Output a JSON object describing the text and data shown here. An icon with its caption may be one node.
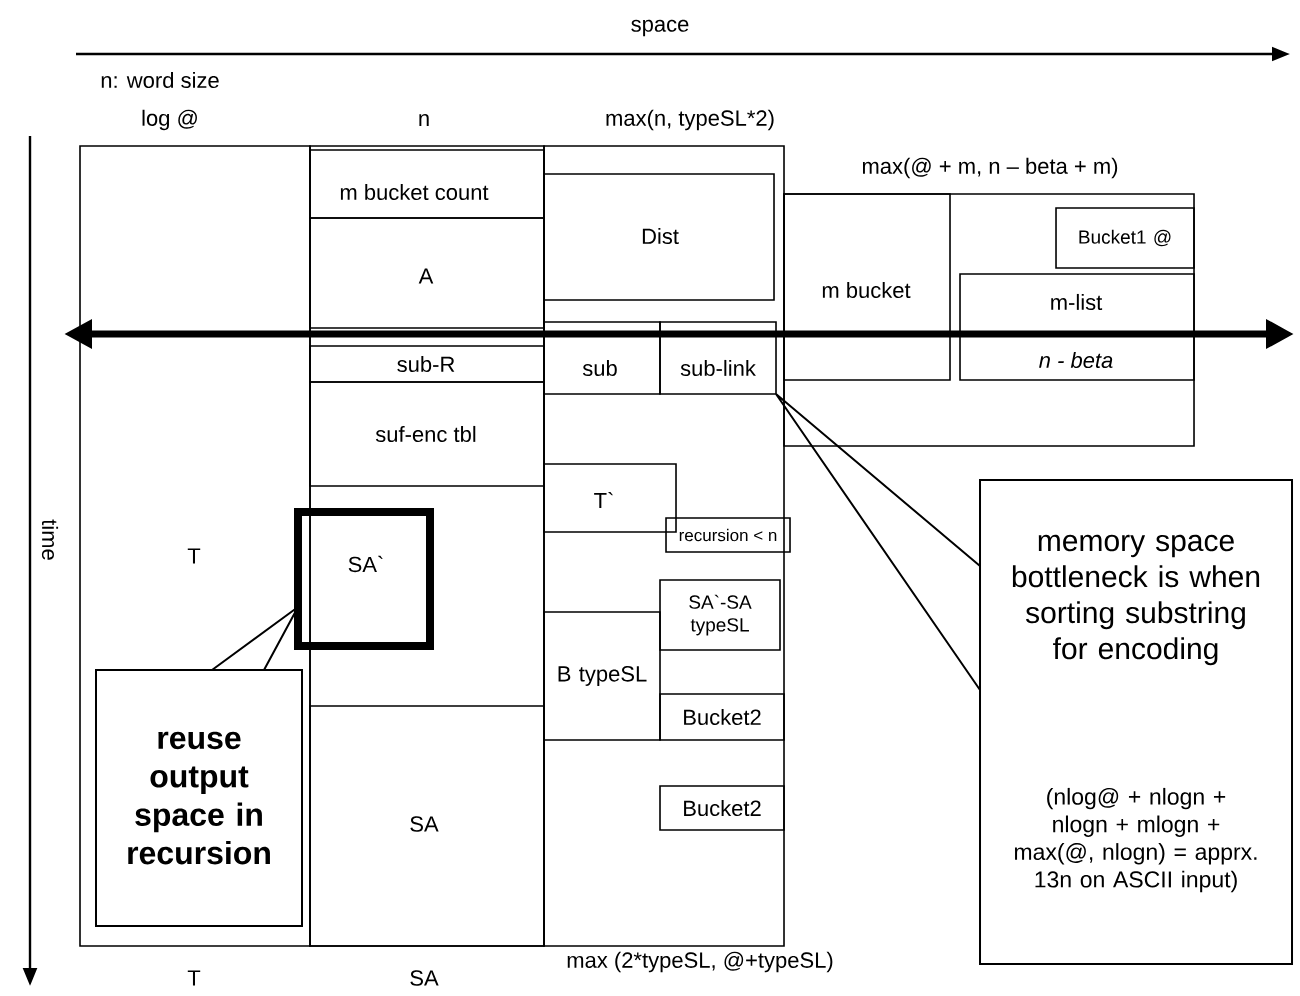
{
  "diagram": {
    "nodes": [
      {
        "text": [
          "log @",
          "T"
        ],
        "beside": [
          "T"
        ]
      },
      {
        "text": [
          "n"
        ],
        "beside": [
          "SA"
        ]
      },
      {
        "text": [
          "m bucket count"
        ],
        "in": 1
      },
      {
        "text": [
          "A"
        ],
        "in": 1
      },
      {
        "text": [
          "sub-R"
        ],
        "in": 1
      },
      {
        "text": [
          "suf-enc tbl"
        ],
        "in": 1
      },
      {
        "text": [
          "SA`"
        ]
      },
      {
        "text": [
          "SA"
        ],
        "in": 1
      },
      {
        "text": [
          "max(n, typeSL*2)"
        ],
        "beside": [
          "max (2*typeSL, @+typeSL)"
        ]
      },
      {
        "text": [
          "Dist"
        ],
        "in": 8
      },
      {
        "text": [
          "sub"
        ],
        "in": 8
      },
      {
        "text": [
          "sub-link"
        ],
        "in": 8
      },
      {
        "text": [
          "T`"
        ],
        "in": 8
      },
      {
        "text": [
          "recursion < n"
        ],
        "in": 8
      },
      {
        "text": [
          "B typeSL"
        ],
        "in": 8
      },
      {
        "text": [
          "SA`-SA typeSL"
        ],
        "in": 8
      },
      {
        "text": [
          "Bucket2"
        ],
        "in": 8
      },
      {
        "text": [
          "Bucket2"
        ],
        "in": 8
      },
      {
        "text": [
          "max(@ + m, n – beta + m)"
        ]
      },
      {
        "text": [
          "m bucket"
        ],
        "in": 18
      },
      {
        "text": [
          "Bucket1 @"
        ],
        "in": 18
      },
      {
        "text": [
          "m-list",
          "n - beta"
        ],
        "in": 18
      },
      {
        "text": [
          "reuse output space in recursion"
        ],
        "in": 0
      },
      {
        "text": [
          "memory space bottleneck is when sorting substring for encoding",
          "(nlog@ + nlogn + nlogn + mlogn + max(@, nlogn) = apprx. 13n on ASCII input)"
        ]
      }
    ],
    "edges": [
      {
        "from": 22,
        "to": 6,
        "arrow": "none"
      },
      {
        "from": 23,
        "to": 11,
        "arrow": "none"
      }
    ],
    "labels": [
      "space",
      "n: word size",
      "time"
    ]
  }
}
